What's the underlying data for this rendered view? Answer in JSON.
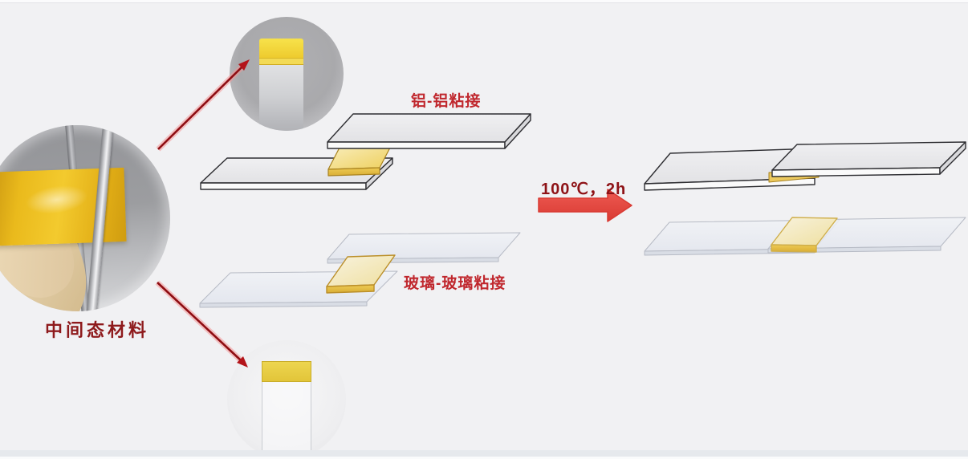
{
  "labels": {
    "photo_caption": "中间态材料",
    "al_bonding": "铝-铝粘接",
    "glass_bonding": "玻璃-玻璃粘接",
    "process_condition": "100℃，2h"
  },
  "colors": {
    "background": "#f1f1f3",
    "caption_red": "#8e1a1c",
    "label_red": "#c0272d",
    "process_arrow_red": "#e0433c",
    "annotation_arrow_red": "#8e0d12",
    "adhesive_yellow": "#eecb4e",
    "adhesive_outline_gold": "#b8902c",
    "aluminum_face_gray": "#e9e9eb",
    "aluminum_outline": "#2e2e32",
    "glass_face": "#edeff4",
    "glass_outline": "#b7bbc5",
    "tape_yellow": "#f3ca2e"
  }
}
